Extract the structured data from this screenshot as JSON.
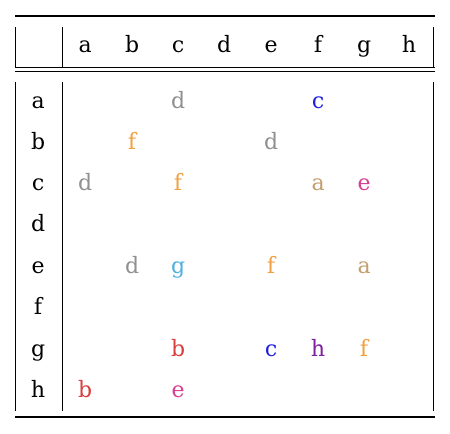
{
  "columns": [
    "a",
    "b",
    "c",
    "d",
    "e",
    "f",
    "g",
    "h"
  ],
  "rows": [
    {
      "label": "a",
      "cells": [
        "",
        "",
        "d",
        "",
        "",
        "c",
        "",
        ""
      ]
    },
    {
      "label": "b",
      "cells": [
        "",
        "f",
        "",
        "",
        "d",
        "",
        "",
        ""
      ]
    },
    {
      "label": "c",
      "cells": [
        "d",
        "",
        "f",
        "",
        "",
        "a",
        "e",
        ""
      ]
    },
    {
      "label": "d",
      "cells": [
        "",
        "",
        "",
        "",
        "",
        "",
        "",
        ""
      ]
    },
    {
      "label": "e",
      "cells": [
        "",
        "d",
        "g",
        "",
        "f",
        "",
        "a",
        ""
      ]
    },
    {
      "label": "f",
      "cells": [
        "",
        "",
        "",
        "",
        "",
        "",
        "",
        ""
      ]
    },
    {
      "label": "g",
      "cells": [
        "",
        "",
        "b",
        "",
        "c",
        "h",
        "f",
        ""
      ]
    },
    {
      "label": "h",
      "cells": [
        "b",
        "",
        "e",
        "",
        "",
        "",
        "",
        ""
      ]
    }
  ],
  "colors": {
    "a": "#c4a070",
    "b": "#d94040",
    "c": "#2020e0",
    "d": "#909090",
    "e": "#d84090",
    "f": "#f0a040",
    "g": "#50b0e0",
    "h": "#8020a0"
  }
}
